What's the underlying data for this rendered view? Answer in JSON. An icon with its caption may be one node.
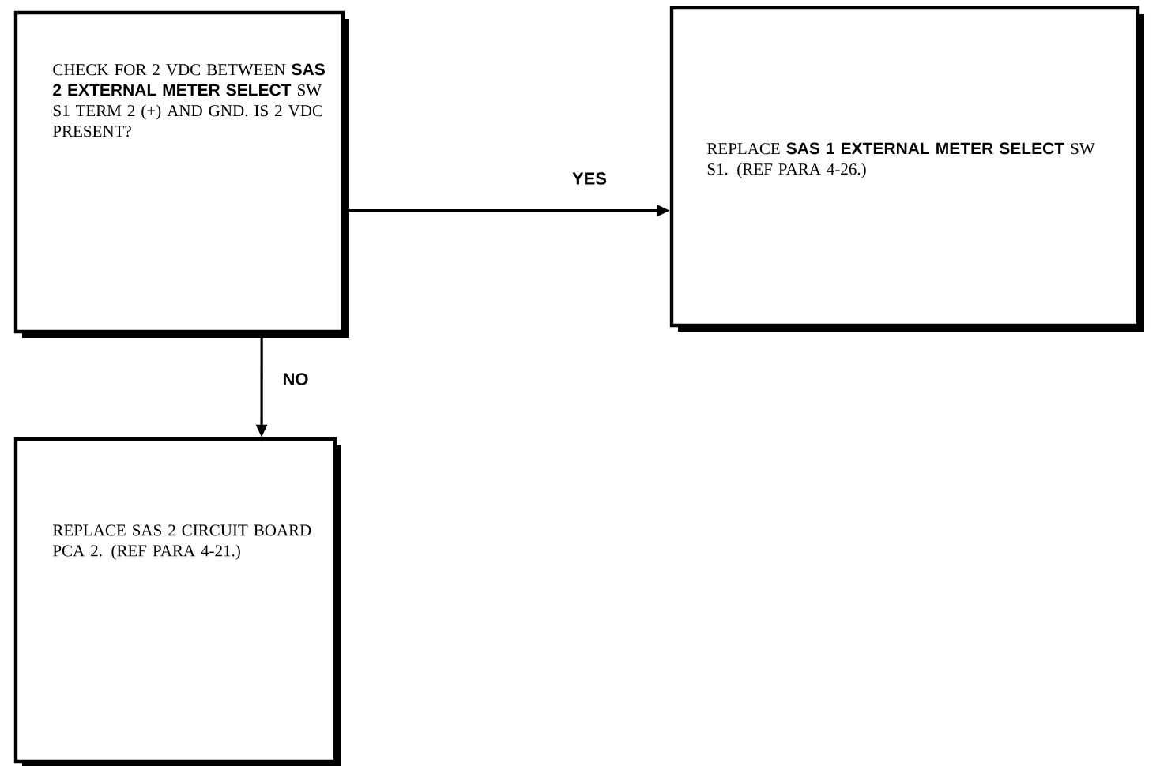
{
  "diagram": {
    "nodes": [
      {
        "text": [
          "CHECK FOR 2 VDC BETWEEN **SAS 2 EXTERNAL METER SELECT** SW S1 TERM 2 (+) AND GND. IS 2 VDC PRESENT?"
        ]
      },
      {
        "text": [
          "REPLACE **SAS 1 EXTERNAL METER SELECT** SW S1. (REF PARA 4-26.)"
        ]
      },
      {
        "text": [
          "REPLACE SAS 2 CIRCUIT BOARD PCA 2. (REF PARA 4-21.)"
        ]
      }
    ],
    "edges": [
      {
        "from": 0,
        "to": 1,
        "arrow": "to",
        "label": "YES"
      },
      {
        "from": 0,
        "to": 2,
        "arrow": "to",
        "label": "NO"
      }
    ]
  }
}
